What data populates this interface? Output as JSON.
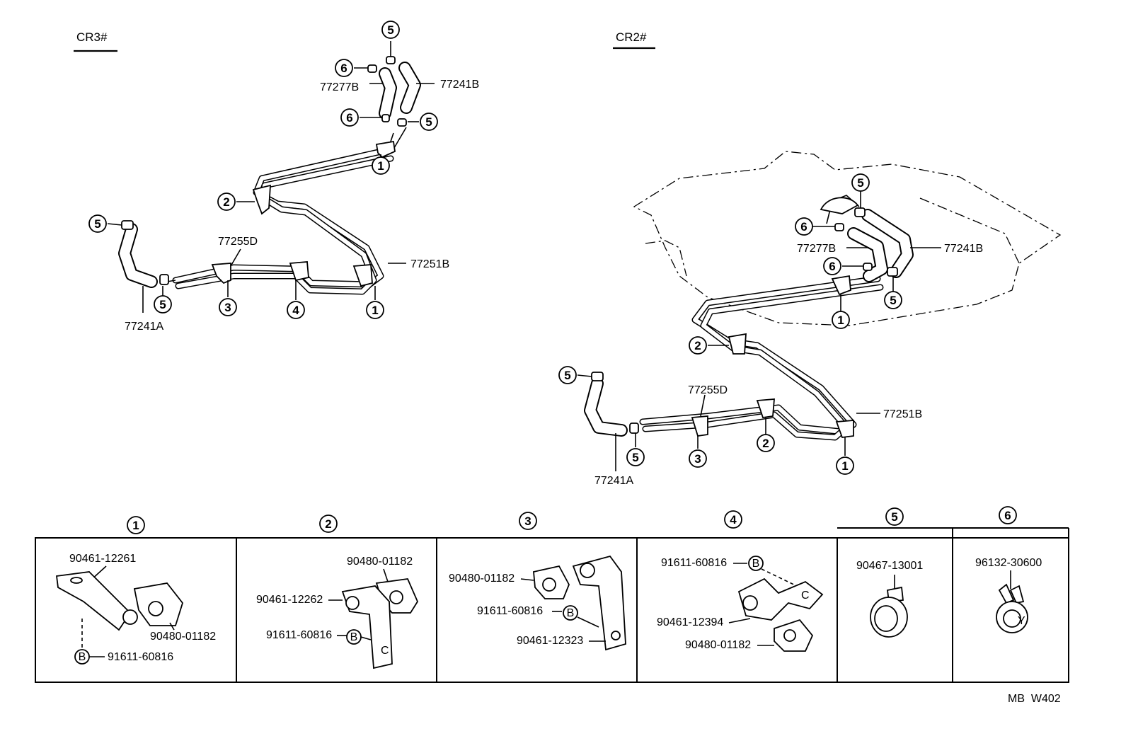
{
  "diagram": {
    "views": {
      "left": {
        "title": "CR3#"
      },
      "right": {
        "title": "CR2#"
      }
    },
    "callout_numbers": [
      "1",
      "2",
      "3",
      "4",
      "5",
      "6"
    ],
    "part_labels": {
      "hose_b": "77241B",
      "hose_a": "77241A",
      "hose_vent": "77277B",
      "pipe_b": "77251B",
      "pipe_d": "77255D"
    },
    "legend": {
      "bolt_marker": "B",
      "panels": [
        {
          "number": "1",
          "parts": [
            "90461-12261",
            "90480-01182",
            "91611-60816"
          ]
        },
        {
          "number": "2",
          "parts": [
            "90480-01182",
            "90461-12262",
            "91611-60816"
          ]
        },
        {
          "number": "3",
          "parts": [
            "90480-01182",
            "91611-60816",
            "90461-12323"
          ]
        },
        {
          "number": "4",
          "parts": [
            "91611-60816",
            "90461-12394",
            "90480-01182"
          ]
        },
        {
          "number": "5",
          "parts": [
            "90467-13001"
          ]
        },
        {
          "number": "6",
          "parts": [
            "96132-30600"
          ]
        }
      ]
    },
    "footer_code": "MB  W402"
  }
}
